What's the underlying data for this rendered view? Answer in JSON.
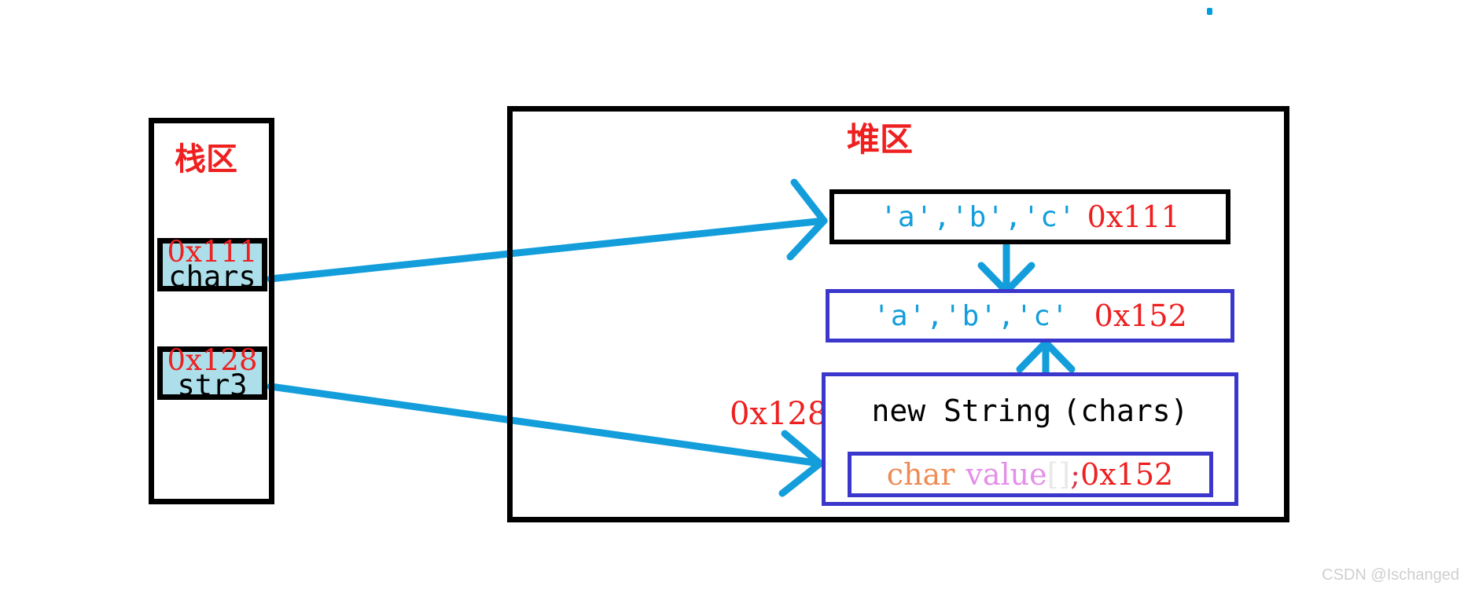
{
  "diagram": {
    "title_stack": "栈区",
    "title_heap": "堆区",
    "watermark": "CSDN @Ischanged"
  },
  "stack": {
    "cells": [
      {
        "address": "0x111",
        "variable": "chars"
      },
      {
        "address": "0x128",
        "variable": "str3"
      }
    ]
  },
  "heap": {
    "array_original": {
      "chars": "'a','b','c'",
      "address": "0x111"
    },
    "array_copy": {
      "chars": "'a','b','c'",
      "address": "0x152"
    },
    "new_string": {
      "external_address": "0x128",
      "expression_left": "new String",
      "expression_right": "(chars)",
      "field": {
        "type_keyword": "char",
        "field_name": "value",
        "brackets": "[]",
        "semicolon": ";",
        "address": "0x152"
      }
    }
  },
  "colors": {
    "stack_cell_fill": "#addfeb",
    "box_border_black": "#000000",
    "box_border_purple": "#3b36cc",
    "arrow_blue": "#139edb",
    "address_red": "#ee2020",
    "char_literal_blue": "#139edb",
    "keyword_char_orange": "#ef8b54",
    "field_value_pink": "#e48fe8",
    "watermark_gray": "#cfcfcf"
  }
}
